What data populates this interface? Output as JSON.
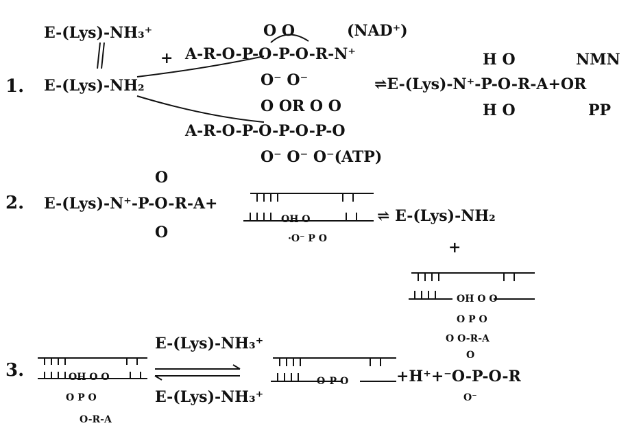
{
  "step1": {
    "number": "1.",
    "enzyme_top": "E-(Lys)-NH₃⁺",
    "enzyme": "E-(Lys)-NH₂",
    "plus": "+",
    "nad_top_oxygens": "O      O",
    "nad_chain": "A-R-O-P-O-P-O-R-N⁺",
    "nad_label": "(NAD⁺)",
    "nad_bottom_oxygens": "O⁻     O⁻",
    "equilibrium_product": "⇌E-(Lys)-N⁺-P-O-R-A+OR",
    "product_top": "H   O",
    "product_bottom": "H   O",
    "nmn": "NMN",
    "pp": "PP",
    "atp_top_oxygens": "O OR O       O",
    "atp_chain": "A-R-O-P-O-P-O-P-O",
    "atp_bottom_oxygens": "O⁻     O⁻    O⁻(ATP)"
  },
  "step2": {
    "number": "2.",
    "reactant": "E-(Lys)-N⁺-P-O-R-A+",
    "reactant_top": "O",
    "reactant_bottom": "O",
    "nick_labels": "OH   O",
    "nick_phosphate": "·O⁻ P  O",
    "arrow_product": "⇌ E-(Lys)-NH₂",
    "plus": "+",
    "adenylated_labels": "OH  O    O",
    "adenylated_p": "O   P   O",
    "adenylated_tail": "O  O-R-A"
  },
  "step3": {
    "number": "3.",
    "nick_labels": "OH O  O",
    "nick_p": "O  P  O",
    "nick_tail": "O-R-A",
    "arrow_top": "E-(Lys)-NH₃⁺",
    "arrow_bottom": "E-(Lys)-NH₃⁺",
    "sealed_label": "O-P-O",
    "products": "+H⁺+⁻O-P-O-R",
    "amp_top": "O",
    "amp_bottom": "O⁻"
  }
}
